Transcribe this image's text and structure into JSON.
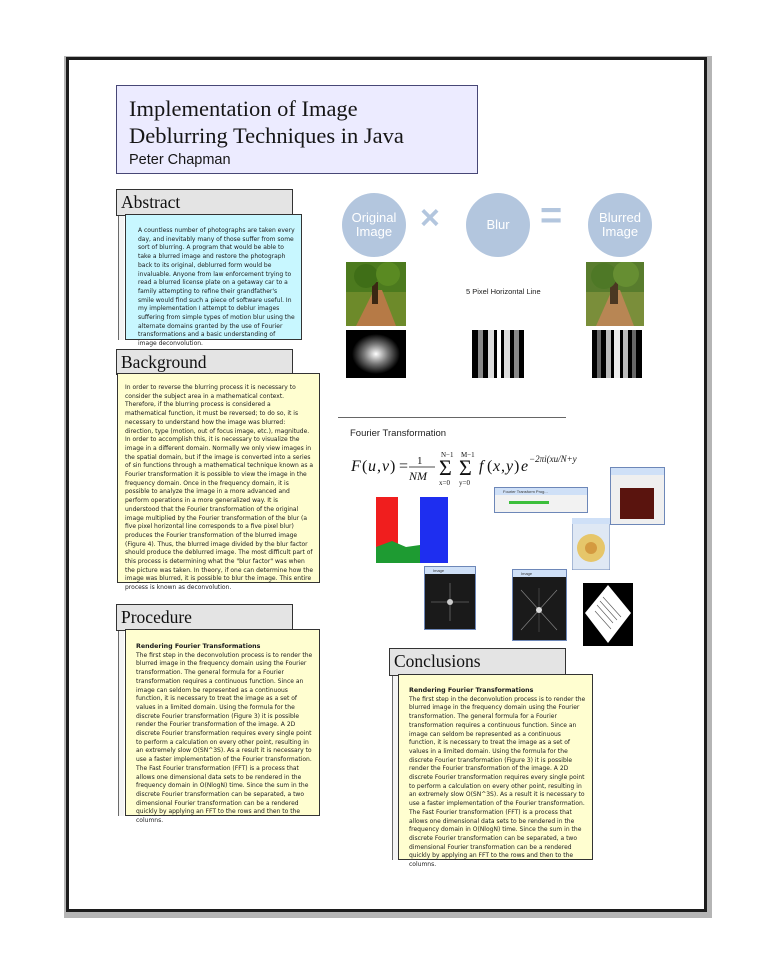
{
  "title_line1": "Implementation of Image",
  "title_line2": "Deblurring Techniques in Java",
  "author": "Peter Chapman",
  "abstract": {
    "heading": "Abstract",
    "text": "A countless number of photographs are taken every day, and inevitably many of those suffer from some sort of blurring. A program that would be able to take a blurred image and restore the photograph back to its original, deblurred form would be invaluable. Anyone from law enforcement trying to read a blurred license plate on a getaway car to a family attempting to refine their grandfather's smile would find such a piece of software useful. In my implementation I attempt to deblur images suffering from simple types of motion blur using the alternate domains granted by the use of Fourier transformations and a basic understanding of image deconvolution."
  },
  "background": {
    "heading": "Background",
    "text": "In order to reverse the blurring process it is necessary to consider the subject area in a mathematical context. Therefore, if the blurring process is considered a mathematical function, it must be reversed; to do so, it is necessary to understand how the image was blurred: direction, type (motion, out of focus image, etc.), magnitude. In order to accomplish this, it is necessary to visualize the image in a different domain. Normally we only view images in the spatial domain, but if the image is converted into a series of sin functions through a mathematical technique known as a Fourier transformation it is possible to view the image in the frequency domain. Once in the frequency domain, it is possible to analyze the image in a more advanced and perform operations in a more generalized way. It is understood that the Fourier transformation of the original image multiplied by the Fourier transformation of the blur (a five pixel horizontal line corresponds to a five pixel blur) produces the Fourier transformation of the blurred image (Figure 4). Thus, the blurred image divided by the blur factor should produce the deblurred image. The most difficult part of this process is determining what the \"blur factor\" was when the picture was taken. In theory, if one can determine how the image was blurred, it is possible to blur the image. This entire process is known as deconvolution."
  },
  "procedure": {
    "heading": "Procedure",
    "subheading": "Rendering Fourier Transformations",
    "text": "The first step in the deconvolution process is to render the blurred image in the frequency domain using the Fourier transformation. The general formula for a Fourier transformation requires a continuous function. Since an image can seldom be represented as a continuous function, it is necessary to treat the image as a set of values in a limited domain. Using the formula for the discrete Fourier transformation (Figure 3) it is possible render the Fourier transformation of the image. A 2D discrete Fourier transformation requires every single point to perform a calculation on every other point, resulting in an extremely slow O(SN^3S). As a result it is necessary to use a faster implementation of the Fourier transformation. The Fast Fourier transformation (FFT) is a process that allows one dimensional data sets to be rendered in the frequency domain in O(NlogN) time. Since the sum in the discrete Fourier transformation can be separated, a two dimensional Fourier transformation can be a rendered quickly by applying an FFT to the rows and then to the columns."
  },
  "conclusions": {
    "heading": "Conclusions",
    "subheading": "Rendering Fourier Transformations",
    "text": "The first step in the deconvolution process is to render the blurred image in the frequency domain using the Fourier transformation. The general formula for a Fourier transformation requires a continuous function. Since an image can seldom be represented as a continuous function, it is necessary to treat the image as a set of values in a limited domain. Using the formula for the discrete Fourier transformation (Figure 3) it is possible render the Fourier transformation of the image. A 2D discrete Fourier transformation requires every single point to perform a calculation on every other point, resulting in an extremely slow O(SN^3S). As a result it is necessary to use a faster implementation of the Fourier transformation. The Fast Fourier transformation (FFT) is a process that allows one dimensional data sets to be rendered in the frequency domain in O(NlogN) time. Since the sum in the discrete Fourier transformation can be separated, a two dimensional Fourier transformation can be a rendered quickly by applying an FFT to the rows and then to the columns."
  },
  "figure_blur": {
    "original": "Original Image",
    "blur": "Blur",
    "blurred": "Blurred Image",
    "operator_times": "×",
    "operator_equals": "=",
    "caption": "5 Pixel Horizontal Line"
  },
  "figure_fourier": {
    "caption": "Fourier Transformation"
  },
  "windows": {
    "image_title": "Image",
    "fourier_title": "Fourier Transform Prog..."
  },
  "colors": {
    "title_bg": "#ecebff",
    "abstract_bg": "#c8f7ff",
    "box_bg": "#fffed0",
    "circle": "#b3c6de"
  }
}
